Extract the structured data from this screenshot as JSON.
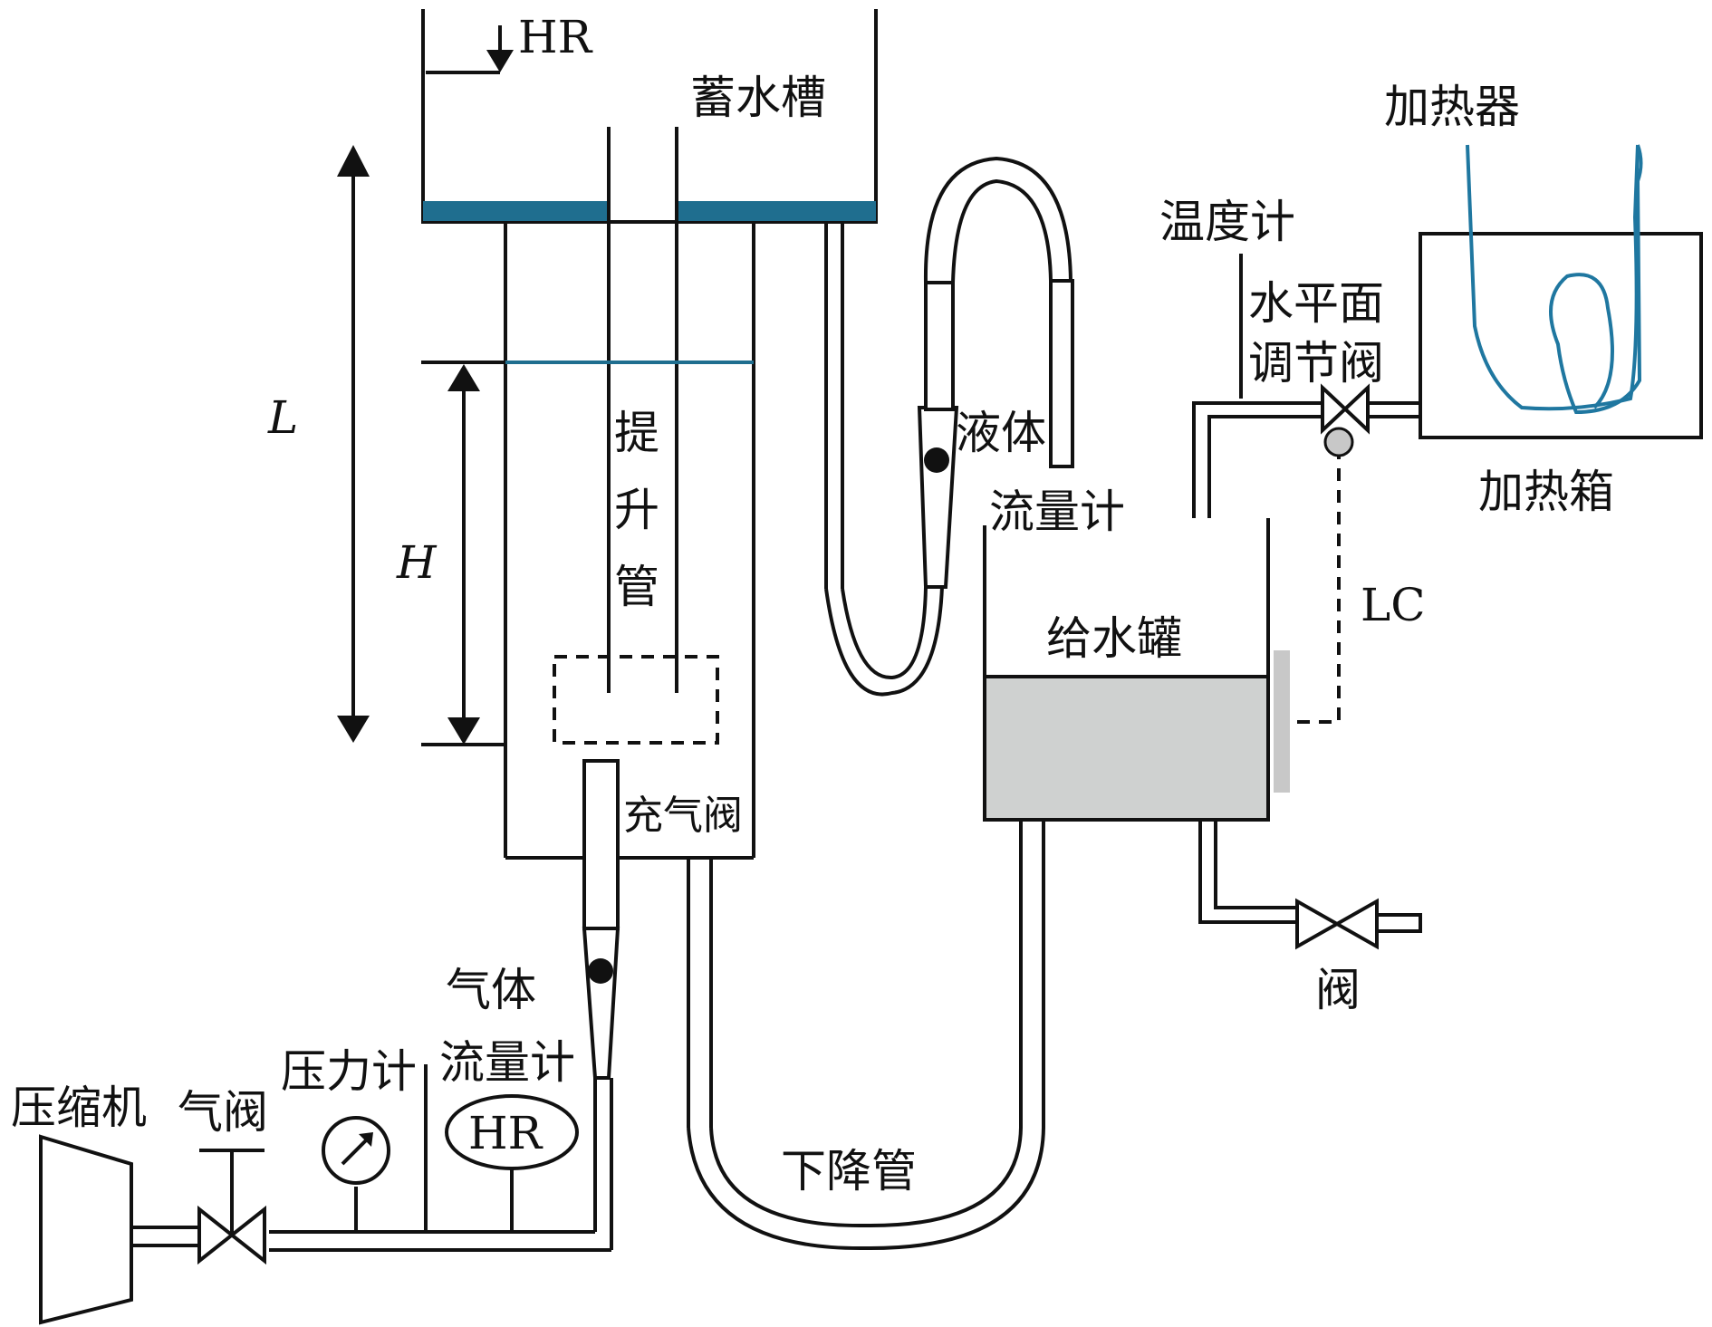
{
  "labels": {
    "hr_top": "HR",
    "reservoir": "蓄水槽",
    "heater": "加热器",
    "thermometer": "温度计",
    "level_valve_1": "水平面",
    "level_valve_2": "调节阀",
    "heating_box": "加热箱",
    "L": "L",
    "H": "H",
    "riser_1": "提",
    "riser_2": "升",
    "riser_3": "管",
    "liquid_flow_1": "液体",
    "liquid_flow_2": "流量计",
    "lc": "LC",
    "feed_tank": "给水罐",
    "fill_valve": "充气阀",
    "gas_flow_1": "气体",
    "gas_flow_2": "流量计",
    "pressure_gauge": "压力计",
    "hr_gauge": "HR",
    "compressor": "压缩机",
    "air_valve": "气阀",
    "downcomer": "下降管",
    "valve": "阀"
  },
  "colors": {
    "water_blue": "#1f6e8f",
    "heater_coil": "#1f77a0",
    "tank_fill": "#cfd1d0",
    "gauge_gray": "#c8c8c8"
  }
}
